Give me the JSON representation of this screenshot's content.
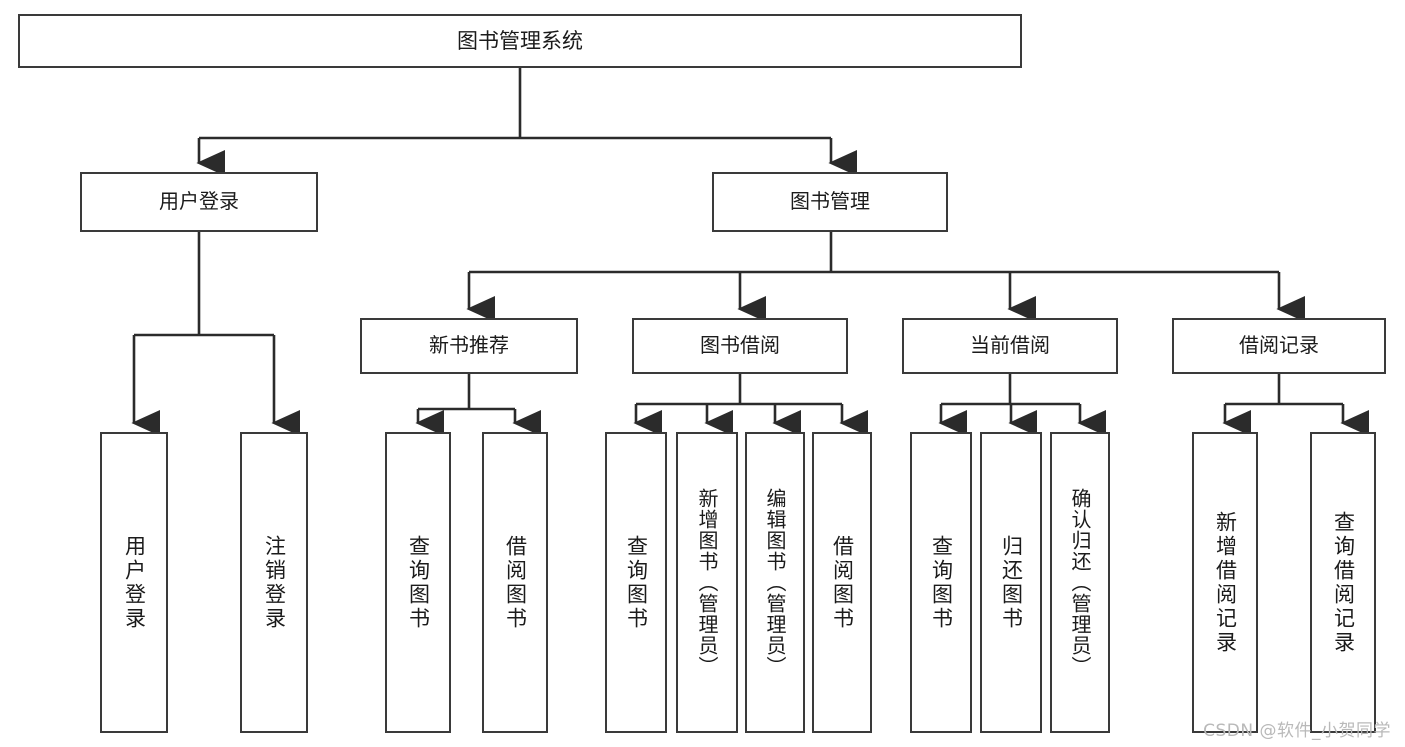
{
  "diagram": {
    "title": "图书管理系统",
    "type": "tree-hierarchy",
    "root": {
      "label": "图书管理系统"
    },
    "level2": [
      {
        "label": "用户登录"
      },
      {
        "label": "图书管理"
      }
    ],
    "level3": [
      {
        "label": "新书推荐"
      },
      {
        "label": "图书借阅"
      },
      {
        "label": "当前借阅"
      },
      {
        "label": "借阅记录"
      }
    ],
    "leaves": {
      "user_login": [
        {
          "label": "用户登录"
        },
        {
          "label": "注销登录"
        }
      ],
      "new_book": [
        {
          "label": "查询图书"
        },
        {
          "label": "借阅图书"
        }
      ],
      "book_borrow": [
        {
          "label": "查询图书"
        },
        {
          "label": "新增图书（管理员）"
        },
        {
          "label": "编辑图书（管理员）"
        },
        {
          "label": "借阅图书"
        }
      ],
      "current_borrow": [
        {
          "label": "查询图书"
        },
        {
          "label": "归还图书"
        },
        {
          "label": "确认归还（管理员）"
        }
      ],
      "borrow_record": [
        {
          "label": "新增借阅记录"
        },
        {
          "label": "查询借阅记录"
        }
      ]
    }
  },
  "watermark": {
    "text": "CSDN @软件_小贺同学"
  },
  "colors": {
    "background": "#ffffff",
    "box_border": "#3a3a3a",
    "box_fill": "#ffffff",
    "connector": "#2b2b2b",
    "text": "#1b1b1b",
    "watermark": "#b9b9b9"
  }
}
